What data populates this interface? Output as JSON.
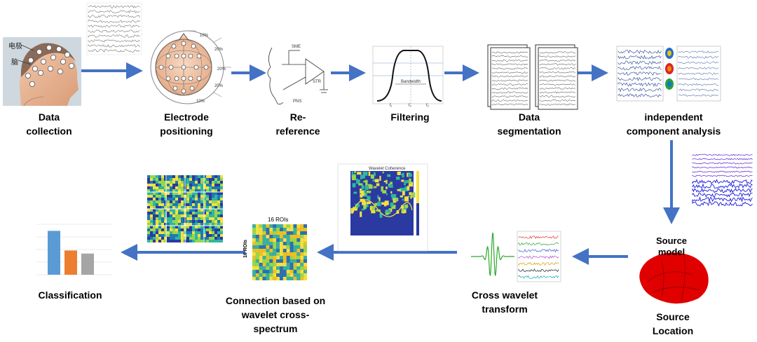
{
  "steps": {
    "data_collection": "Data\ncollection",
    "electrode_positioning": "Electrode\npositioning",
    "re_reference": "Re-\nreference",
    "filtering": "Filtering",
    "data_segmentation": "Data\nsegmentation",
    "ica": "independent\ncomponent analysis",
    "source_location": "Source\nLocation",
    "cross_wavelet": "Cross wavelet\ntransform",
    "connection": "Connection based on\nwavelet cross-\nspectrum",
    "classification": "Classification"
  },
  "head_labels": {
    "electrode": "电极",
    "brain": "脑"
  },
  "filter_labels": {
    "bandwidth": "Bandwidth",
    "f1": "f₁",
    "f0": "f₀",
    "f2": "f₂"
  },
  "ref_labels": {
    "sme": "SME",
    "pns": "PNS",
    "str": "STR"
  },
  "source_model": "Source\nmodel",
  "connectivity": {
    "title": "16 ROIs",
    "ylabel": "16 ROIs"
  },
  "coherence_title": "Wavelet Coherence",
  "colors": {
    "arrow": "#4472c4",
    "bar_blue": "#5b9bd5",
    "bar_orange": "#ed7d31",
    "bar_gray": "#a5a5a5",
    "brain_red": "#e00000"
  },
  "chart_data": {
    "type": "bar",
    "categories": [
      "",
      "",
      ""
    ],
    "values": [
      0.87,
      0.48,
      0.42
    ],
    "ylim": [
      0,
      1
    ]
  }
}
